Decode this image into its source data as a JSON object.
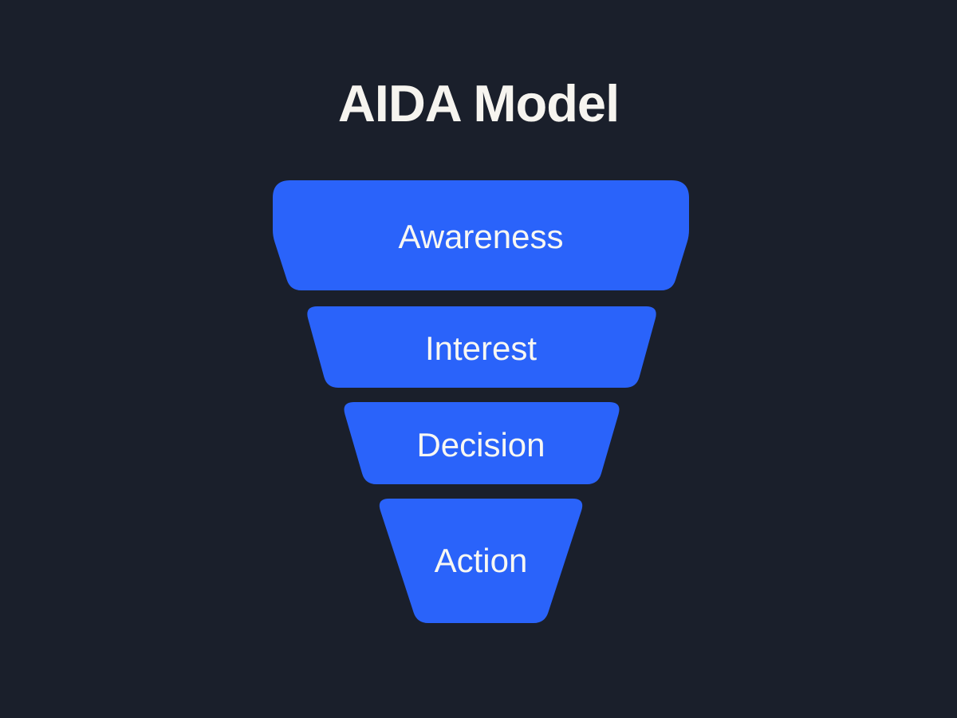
{
  "title": "AIDA Model",
  "funnel": {
    "segments": [
      {
        "label": "Awareness"
      },
      {
        "label": "Interest"
      },
      {
        "label": "Decision"
      },
      {
        "label": "Action"
      }
    ]
  },
  "colors": {
    "background": "#1A1F2B",
    "segment_fill": "#2A63FA",
    "title_text": "#F6F4EF",
    "label_text": "#F8F7F3"
  }
}
